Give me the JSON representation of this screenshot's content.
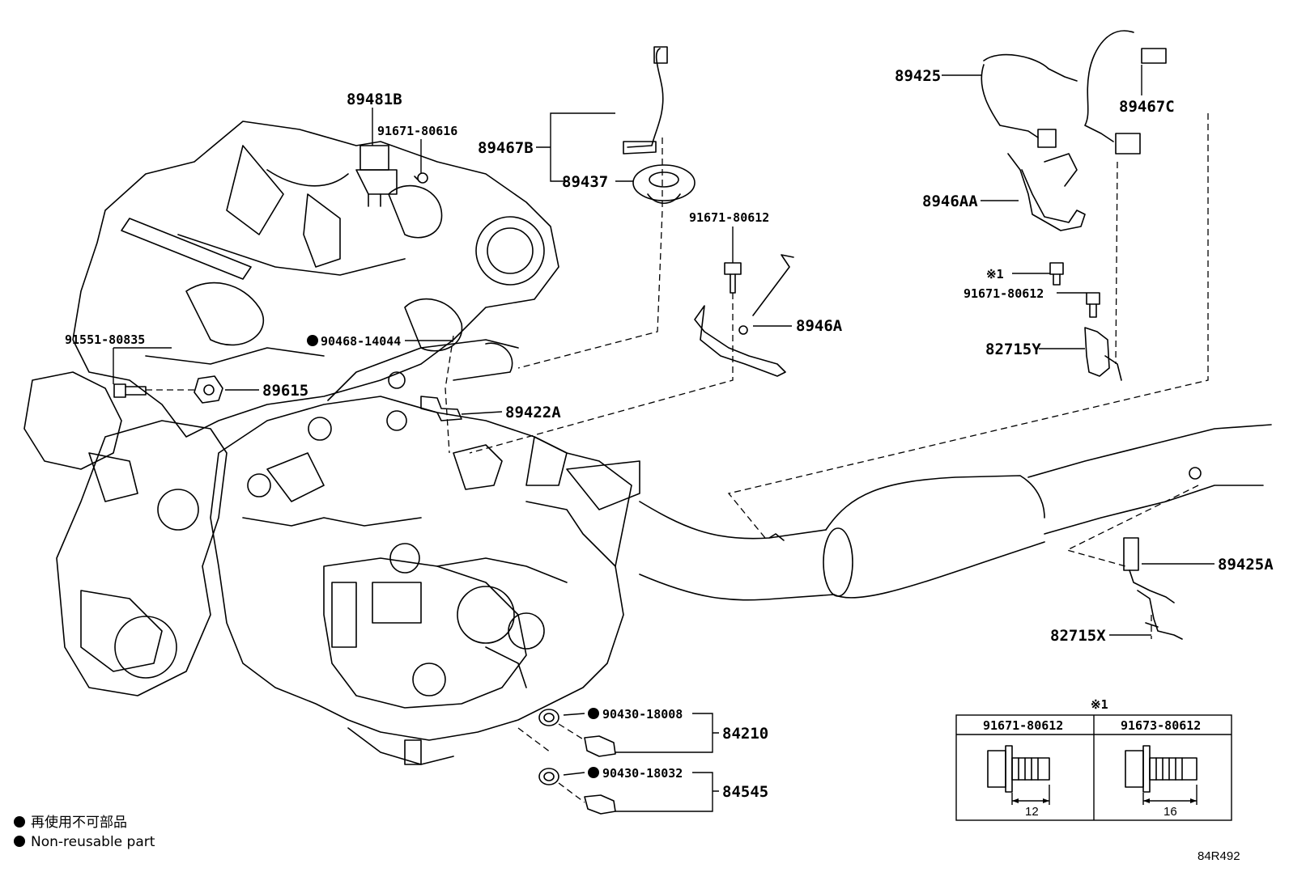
{
  "callouts": {
    "p89481B": "89481B",
    "p91671_80616": "91671-80616",
    "p89467B": "89467B",
    "p89437": "89437",
    "p91671_80612_top": "91671-80612",
    "p8946A": "8946A",
    "p91551_80835": "91551-80835",
    "p90468_14044": "90468-14044",
    "p89615": "89615",
    "p89422A": "89422A",
    "p89425": "89425",
    "p89467C": "89467C",
    "p8946AA": "8946AA",
    "note_mark": "※1",
    "p91671_80612_right": "91671-80612",
    "p82715Y": "82715Y",
    "p89425A": "89425A",
    "p82715X": "82715X",
    "p90430_18008": "90430-18008",
    "p84210": "84210",
    "p90430_18032": "90430-18032",
    "p84545": "84545"
  },
  "note_table": {
    "mark": "※1",
    "col1_part": "91671-80612",
    "col2_part": "91673-80612",
    "col1_dim": "12",
    "col2_dim": "16"
  },
  "legend": {
    "line_jp": "再使用不可部品",
    "line_en": "Non-reusable part"
  },
  "diagram_code": "84R492",
  "icons": {
    "non_reusable_marker": "filled-circle-icon"
  }
}
